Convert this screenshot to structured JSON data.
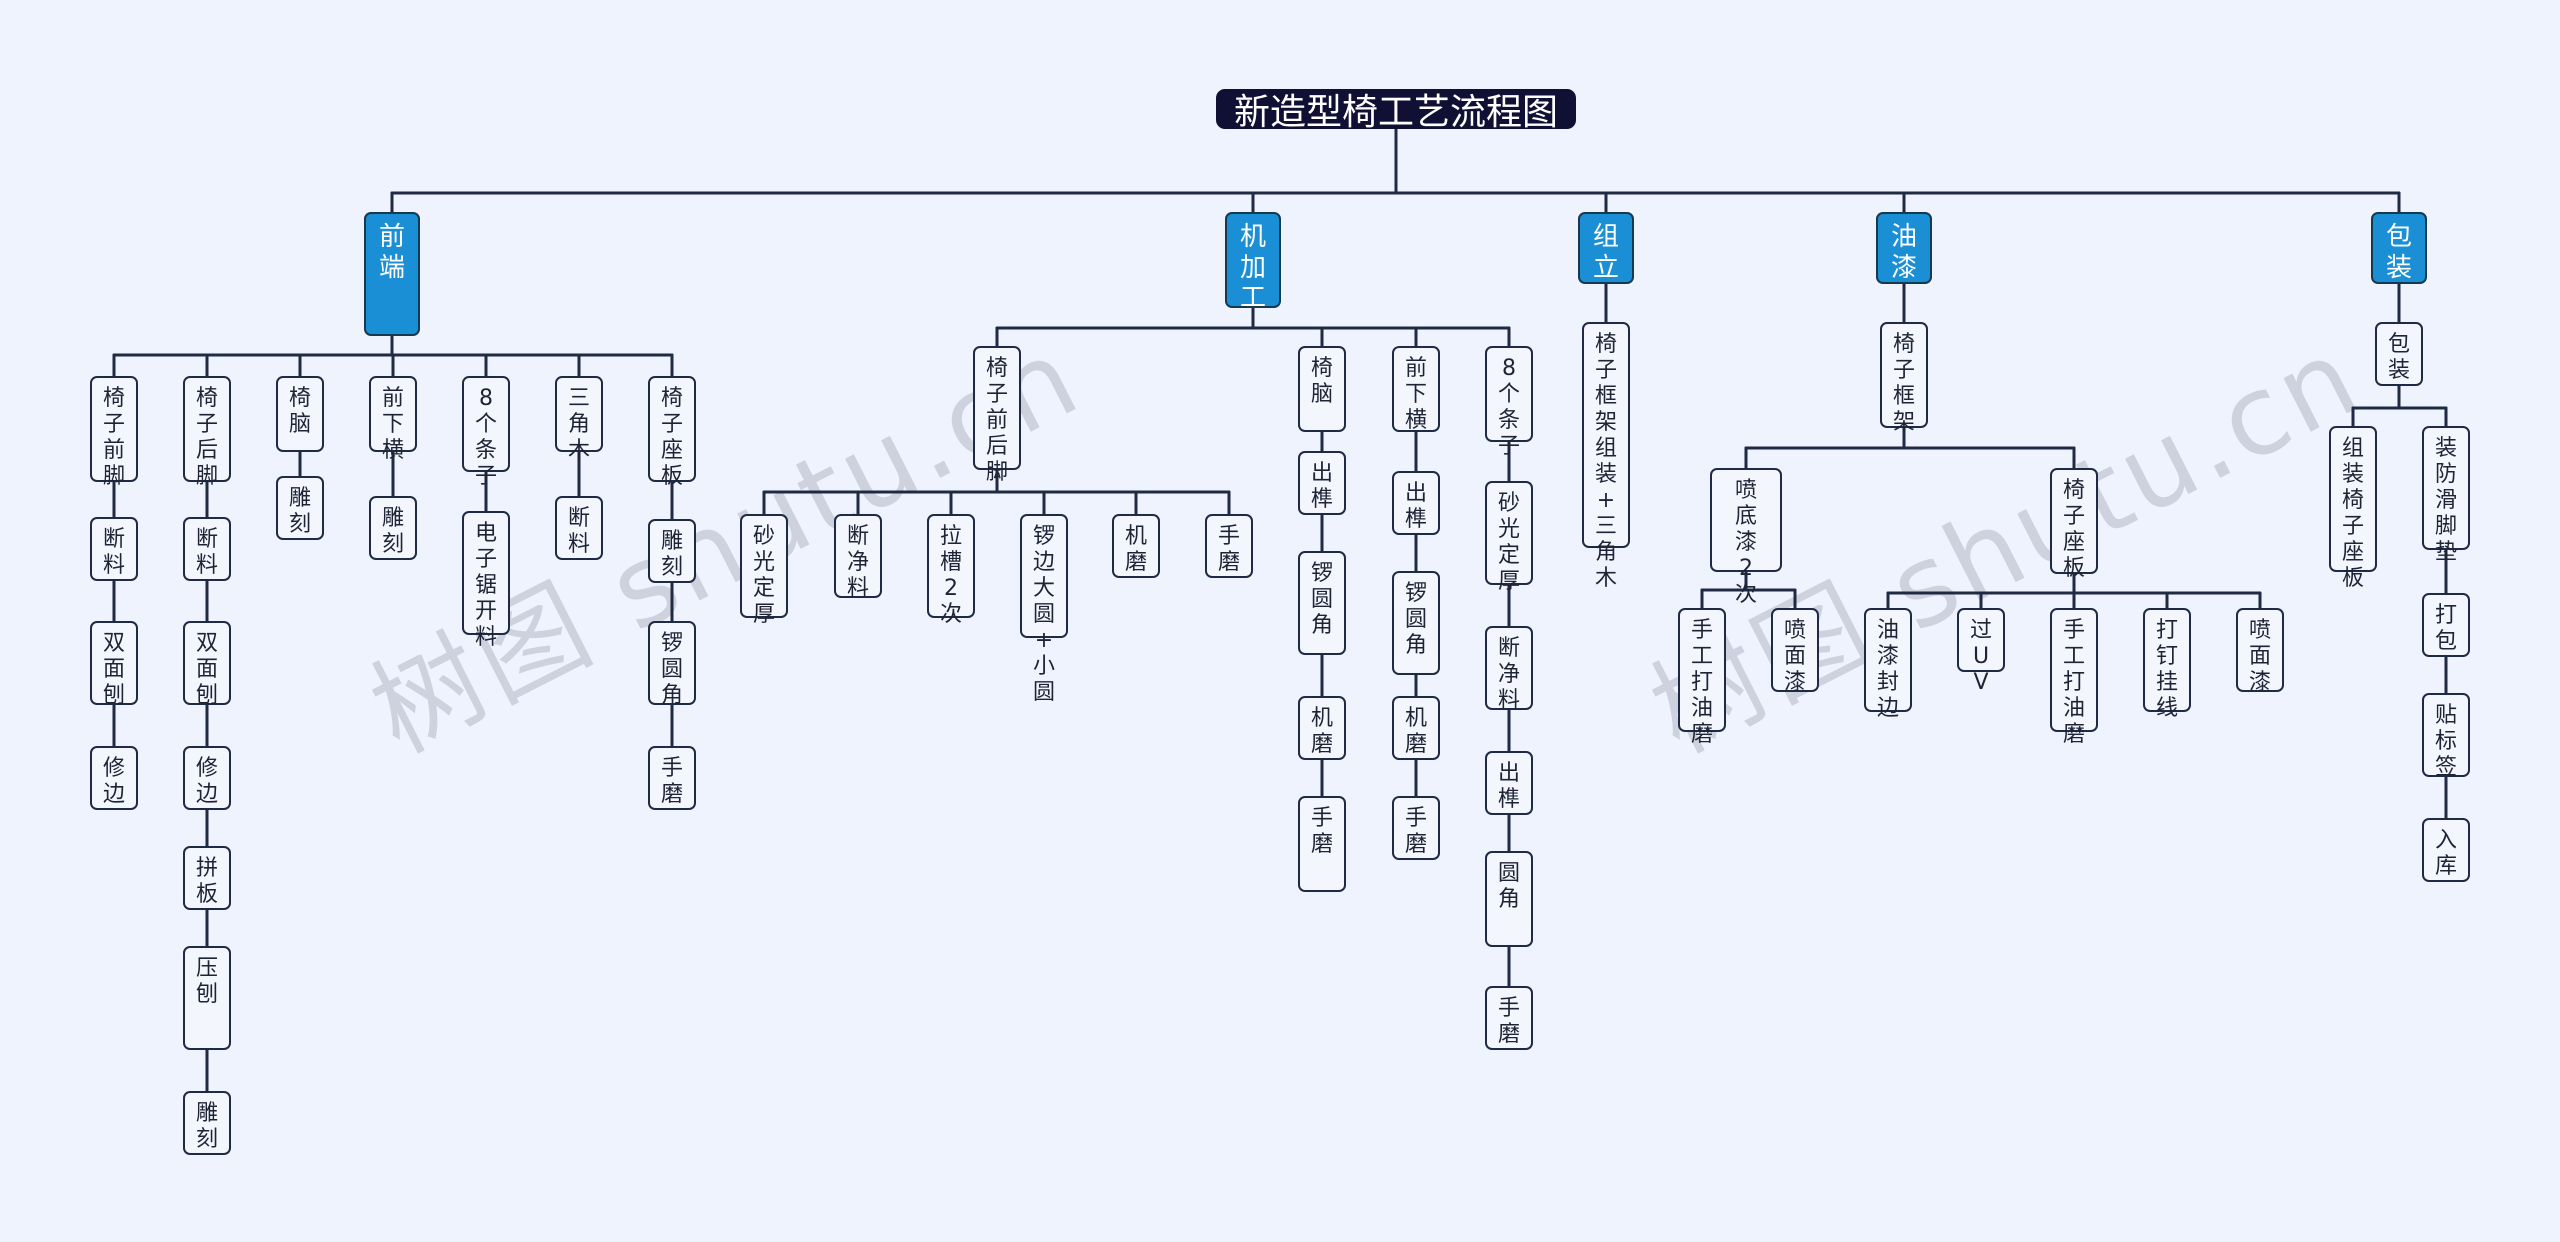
{
  "diagram": {
    "title": "新造型椅工艺流程图",
    "watermark": "树图 shutu.cn",
    "colors": {
      "background": "#eef3fd",
      "root": "#0f1033",
      "category": "#1b8fd6",
      "line": "#1f2a44"
    },
    "branches": [
      {
        "label": "前端",
        "children": [
          {
            "label": "椅子前脚",
            "chain": [
              "断料",
              "双面刨",
              "修边"
            ]
          },
          {
            "label": "椅子后脚",
            "chain": [
              "断料",
              "双面刨",
              "修边",
              "拼板",
              "压刨",
              "雕刻"
            ]
          },
          {
            "label": "椅脑",
            "chain": [
              "雕刻"
            ]
          },
          {
            "label": "前下横",
            "chain": [
              "雕刻"
            ]
          },
          {
            "label": "8个条子",
            "chain": [
              "电子锯开料"
            ]
          },
          {
            "label": "三角木",
            "chain": [
              "断料"
            ]
          },
          {
            "label": "椅子座板",
            "chain": [
              "雕刻",
              "锣圆角",
              "手磨"
            ]
          }
        ]
      },
      {
        "label": "机加工",
        "children": [
          {
            "label": "椅子前后脚",
            "subs": [
              {
                "label": "砂光定厚"
              },
              {
                "label": "断净料"
              },
              {
                "label": "拉槽2次"
              },
              {
                "label": "锣边大圆+小圆"
              },
              {
                "label": "机磨"
              },
              {
                "label": "手磨"
              }
            ]
          },
          {
            "label": "椅脑",
            "chain": [
              "出榫",
              "锣圆角",
              "机磨",
              "手磨"
            ]
          },
          {
            "label": "前下横",
            "chain": [
              "出榫",
              "锣圆角",
              "机磨",
              "手磨"
            ]
          },
          {
            "label": "8个条子",
            "chain": [
              "砂光定厚",
              "断净料",
              "出榫",
              "圆角",
              "手磨"
            ]
          }
        ]
      },
      {
        "label": "组立",
        "children": [
          {
            "label": "椅子框架组装+三角木"
          }
        ]
      },
      {
        "label": "油漆",
        "children": [
          {
            "label": "椅子框架",
            "subs": [
              {
                "label": "喷底漆2次",
                "subs": [
                  {
                    "label": "手工打油磨"
                  },
                  {
                    "label": "喷面漆"
                  }
                ]
              },
              {
                "label": "椅子座板",
                "subs": [
                  {
                    "label": "油漆封边"
                  },
                  {
                    "label": "过UV"
                  },
                  {
                    "label": "手工打油磨"
                  },
                  {
                    "label": "打钉挂线"
                  },
                  {
                    "label": "喷面漆"
                  }
                ]
              }
            ]
          }
        ]
      },
      {
        "label": "包装",
        "children": [
          {
            "label": "包装",
            "subs": [
              {
                "label": "组装椅子座板"
              },
              {
                "label": "装防滑脚垫",
                "chain": [
                  "打包",
                  "贴标签",
                  "入库"
                ]
              }
            ]
          }
        ]
      }
    ]
  }
}
